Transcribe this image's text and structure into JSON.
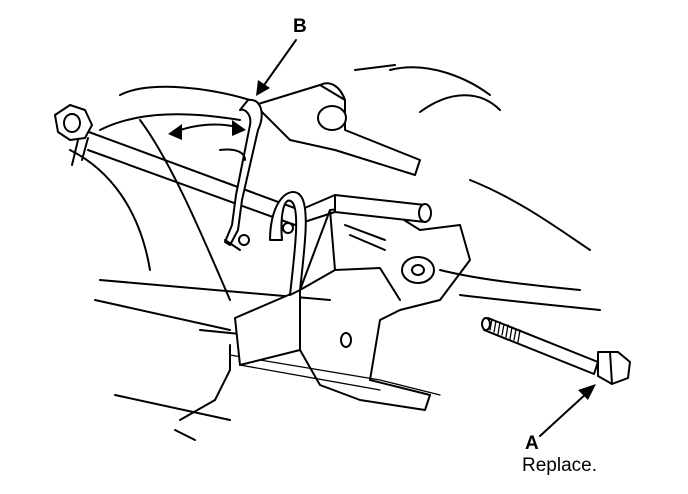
{
  "callouts": {
    "b": {
      "letter": "B"
    },
    "a": {
      "letter": "A",
      "note": "Replace."
    }
  }
}
